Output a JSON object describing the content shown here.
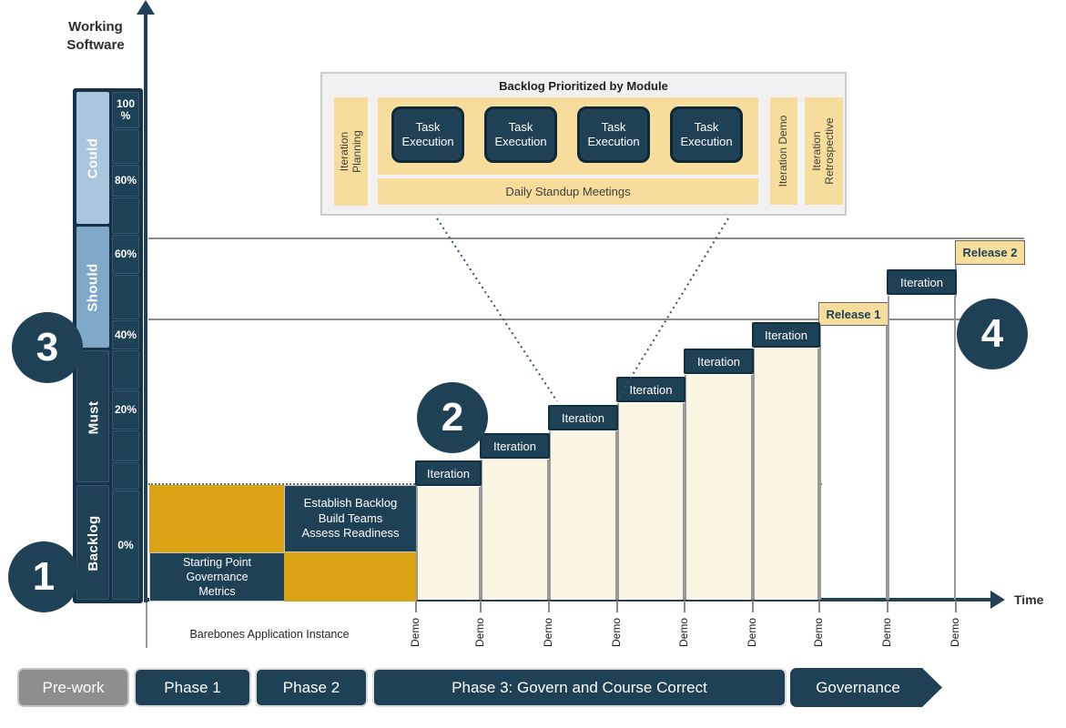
{
  "axes": {
    "y_label": "Working\nSoftware",
    "x_label": "Time",
    "x_note": "Barebones Application Instance"
  },
  "priority_bar": {
    "segments": [
      "Could",
      "Should",
      "Must",
      "Backlog"
    ],
    "scale_labels": [
      "100\n%",
      "",
      "80%",
      "",
      "60%",
      "",
      "40%",
      "",
      "20%",
      "",
      "",
      "0%"
    ]
  },
  "markers": [
    "1",
    "2",
    "3",
    "4"
  ],
  "steps": {
    "iteration_label": "Iteration",
    "iteration_count": 7,
    "release_labels": [
      "Release 1",
      "Release 2"
    ],
    "demo_label": "Demo",
    "demo_count": 9
  },
  "setup_boxes": {
    "phase1_activity": [
      "Starting Point",
      "Governance",
      "Metrics"
    ],
    "phase2_activity": [
      "Establish Backlog",
      "Build Teams",
      "Assess Readiness"
    ]
  },
  "callout": {
    "title": "Backlog Prioritized by  Module",
    "planning_bar": [
      "Iteration",
      "Planning"
    ],
    "task_label": [
      "Task",
      "Execution"
    ],
    "task_count": 4,
    "standup_bar": "Daily Standup Meetings",
    "demo_bar": "Iteration Demo",
    "retrospective_bar": [
      "Iteration",
      "Retrospective"
    ]
  },
  "phases": [
    "Pre-work",
    "Phase 1",
    "Phase 2",
    "Phase 3: Govern and Course Correct",
    "Governance"
  ],
  "colors": {
    "navy": "#1F4156",
    "navy_dark": "#122E40",
    "light_blue": "#A9C6DE",
    "mid_blue": "#7FA8C9",
    "tan": "#F6DD9C",
    "gold": "#D9A313",
    "cream": "#FBF5E3",
    "gray_line": "#8C8C8C",
    "prework_gray": "#8E8E8E"
  }
}
